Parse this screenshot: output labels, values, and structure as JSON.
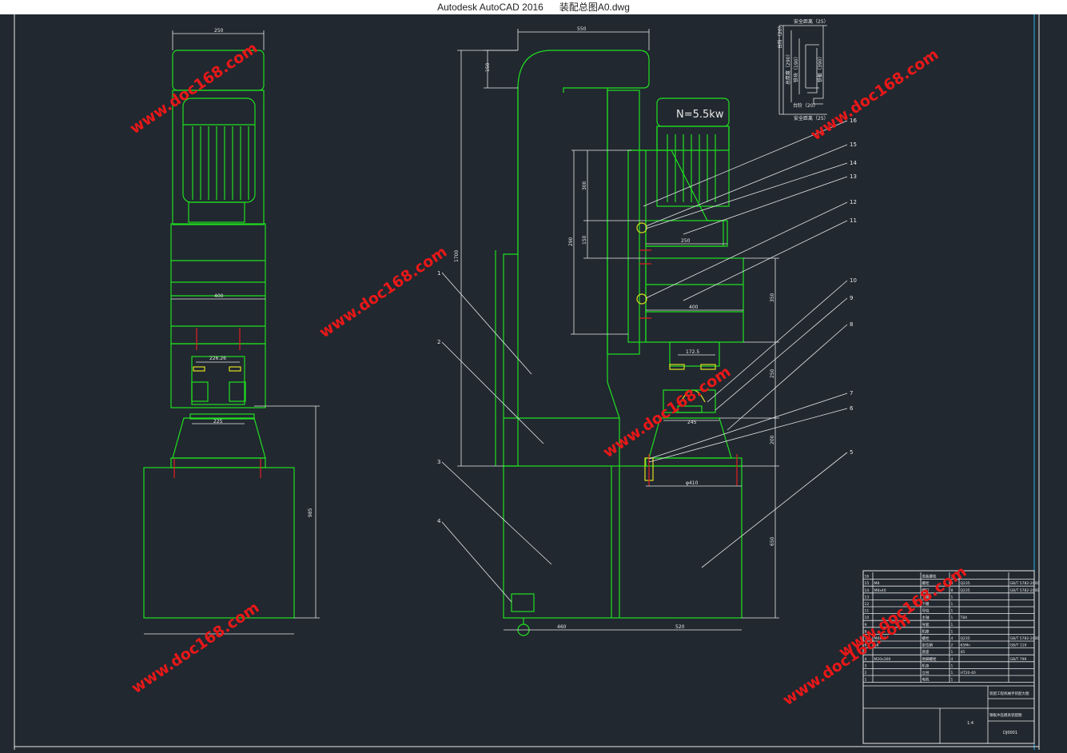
{
  "window": {
    "app_name": "Autodesk AutoCAD 2016",
    "file_name": "装配总图A0.dwg"
  },
  "drawing": {
    "motor_power": "N=5.5kw",
    "watermark": "www.doc168.com",
    "dims": {
      "left_top_width": "250",
      "left_mid_width": "400",
      "left_spindle": "226.26",
      "left_bottom": "225",
      "left_side": "985",
      "mid_top": "550",
      "mid_arm": "150",
      "mid_height": "1700",
      "mid_head1": "300",
      "mid_head2": "150",
      "mid_head3": "290",
      "mid_w1": "250",
      "mid_w2": "400",
      "mid_h4": "350",
      "mid_spacing": "172.5",
      "mid_h5": "250",
      "mid_w3": "245",
      "mid_h6": "200",
      "mid_dia": "φ410",
      "mid_base_h": "650",
      "mid_base_l": "460",
      "mid_base_r": "520"
    },
    "part_labels": [
      "1",
      "2",
      "3",
      "4",
      "5",
      "6",
      "7",
      "8",
      "9",
      "10",
      "11",
      "12",
      "13",
      "14",
      "15",
      "16"
    ],
    "inset_labels": [
      "安全距离（25）",
      "台阶（20）",
      "总厚度（290）",
      "铁块（190）",
      "铁板（390）",
      "台阶（20）",
      "安全距离（25）"
    ]
  },
  "title_block": {
    "project": "装配工程机械手装配大图",
    "drawing_name": "钢板冲压模具装配图",
    "scale": "1:4",
    "drawing_no": "DJ0001",
    "bom": [
      {
        "no": "16",
        "code": "",
        "name": "盖板螺栓",
        "qty": "1",
        "material": "",
        "std": ""
      },
      {
        "no": "15",
        "code": "M8",
        "name": "螺栓",
        "qty": "8",
        "material": "Q235",
        "std": "GB/T 5782-2000"
      },
      {
        "no": "14",
        "code": "M8x40",
        "name": "螺钉",
        "qty": "8",
        "material": "Q235",
        "std": "GB/T 5782-2000"
      },
      {
        "no": "13",
        "code": "",
        "name": "上模",
        "qty": "1",
        "material": "",
        "std": ""
      },
      {
        "no": "12",
        "code": "",
        "name": "下模",
        "qty": "1",
        "material": "",
        "std": ""
      },
      {
        "no": "11",
        "code": "",
        "name": "导柱",
        "qty": "1",
        "material": "",
        "std": ""
      },
      {
        "no": "10",
        "code": "",
        "name": "主轴",
        "qty": "1",
        "material": "T8A",
        "std": ""
      },
      {
        "no": "9",
        "code": "",
        "name": "导套",
        "qty": "1",
        "material": "",
        "std": ""
      },
      {
        "no": "8",
        "code": "",
        "name": "机座",
        "qty": "1",
        "material": "",
        "std": ""
      },
      {
        "no": "7",
        "code": "M8x60",
        "name": "螺栓",
        "qty": "4",
        "material": "Q235",
        "std": "GB/T 5782-2000"
      },
      {
        "no": "6",
        "code": "φ8",
        "name": "定位销",
        "qty": "2",
        "material": "65Mn",
        "std": "GB/T 119"
      },
      {
        "no": "5",
        "code": "",
        "name": "底座",
        "qty": "1",
        "material": "45",
        "std": ""
      },
      {
        "no": "4",
        "code": "M20x300",
        "name": "地脚螺栓",
        "qty": "4",
        "material": "",
        "std": "GB/T 799"
      },
      {
        "no": "3",
        "code": "",
        "name": "机身",
        "qty": "1",
        "material": "",
        "std": ""
      },
      {
        "no": "2",
        "code": "",
        "name": "立柱",
        "qty": "1",
        "material": "HT20-40",
        "std": ""
      },
      {
        "no": "1",
        "code": "",
        "name": "电机",
        "qty": "1",
        "material": "",
        "std": ""
      }
    ]
  }
}
